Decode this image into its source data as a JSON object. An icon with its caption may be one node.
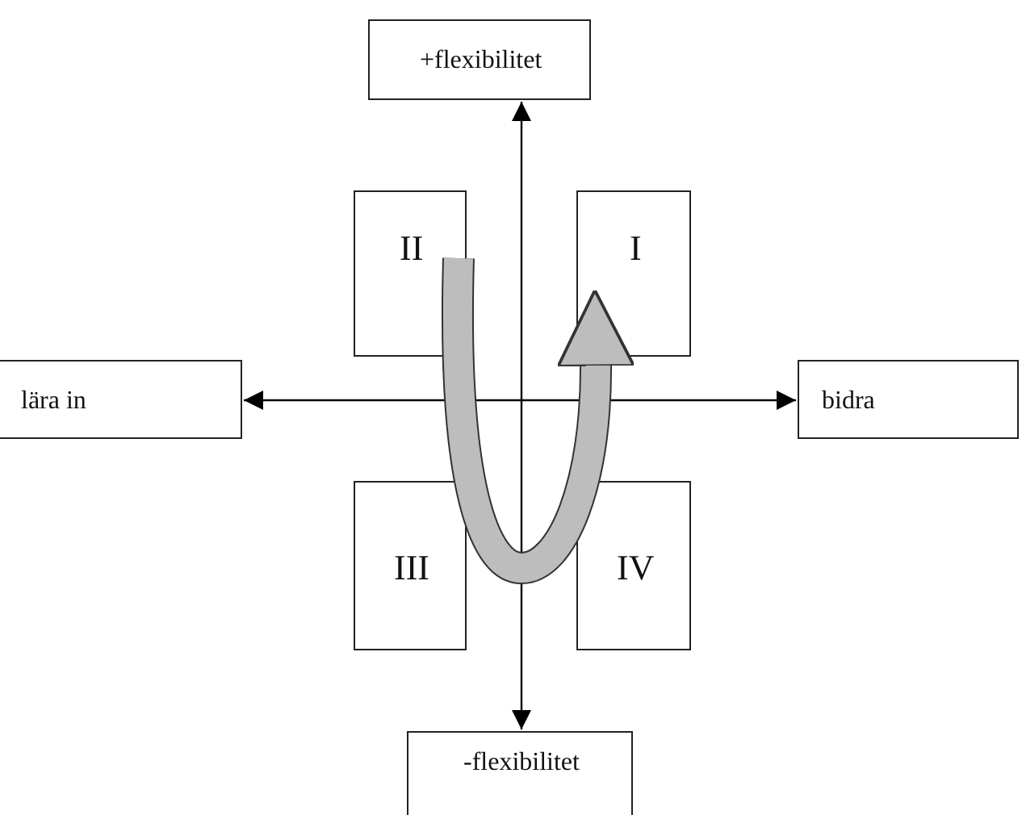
{
  "diagram": {
    "nodes": [
      {
        "text": [
          "+flexibilitet"
        ]
      },
      {
        "text": [
          "II"
        ]
      },
      {
        "text": [
          "I"
        ]
      },
      {
        "text": [
          "lära in"
        ]
      },
      {
        "text": [
          "bidra"
        ]
      },
      {
        "text": [
          "III"
        ]
      },
      {
        "text": [
          "IV"
        ]
      },
      {
        "text": [
          "-flexibilitet"
        ]
      }
    ],
    "edges": [
      {
        "from": 0,
        "to": 7,
        "arrow": "both"
      },
      {
        "from": 3,
        "to": 4,
        "arrow": "both"
      },
      {
        "from": 1,
        "to": 2,
        "arrow": "to",
        "style": "thick",
        "color": "#bdbdbd"
      }
    ]
  }
}
